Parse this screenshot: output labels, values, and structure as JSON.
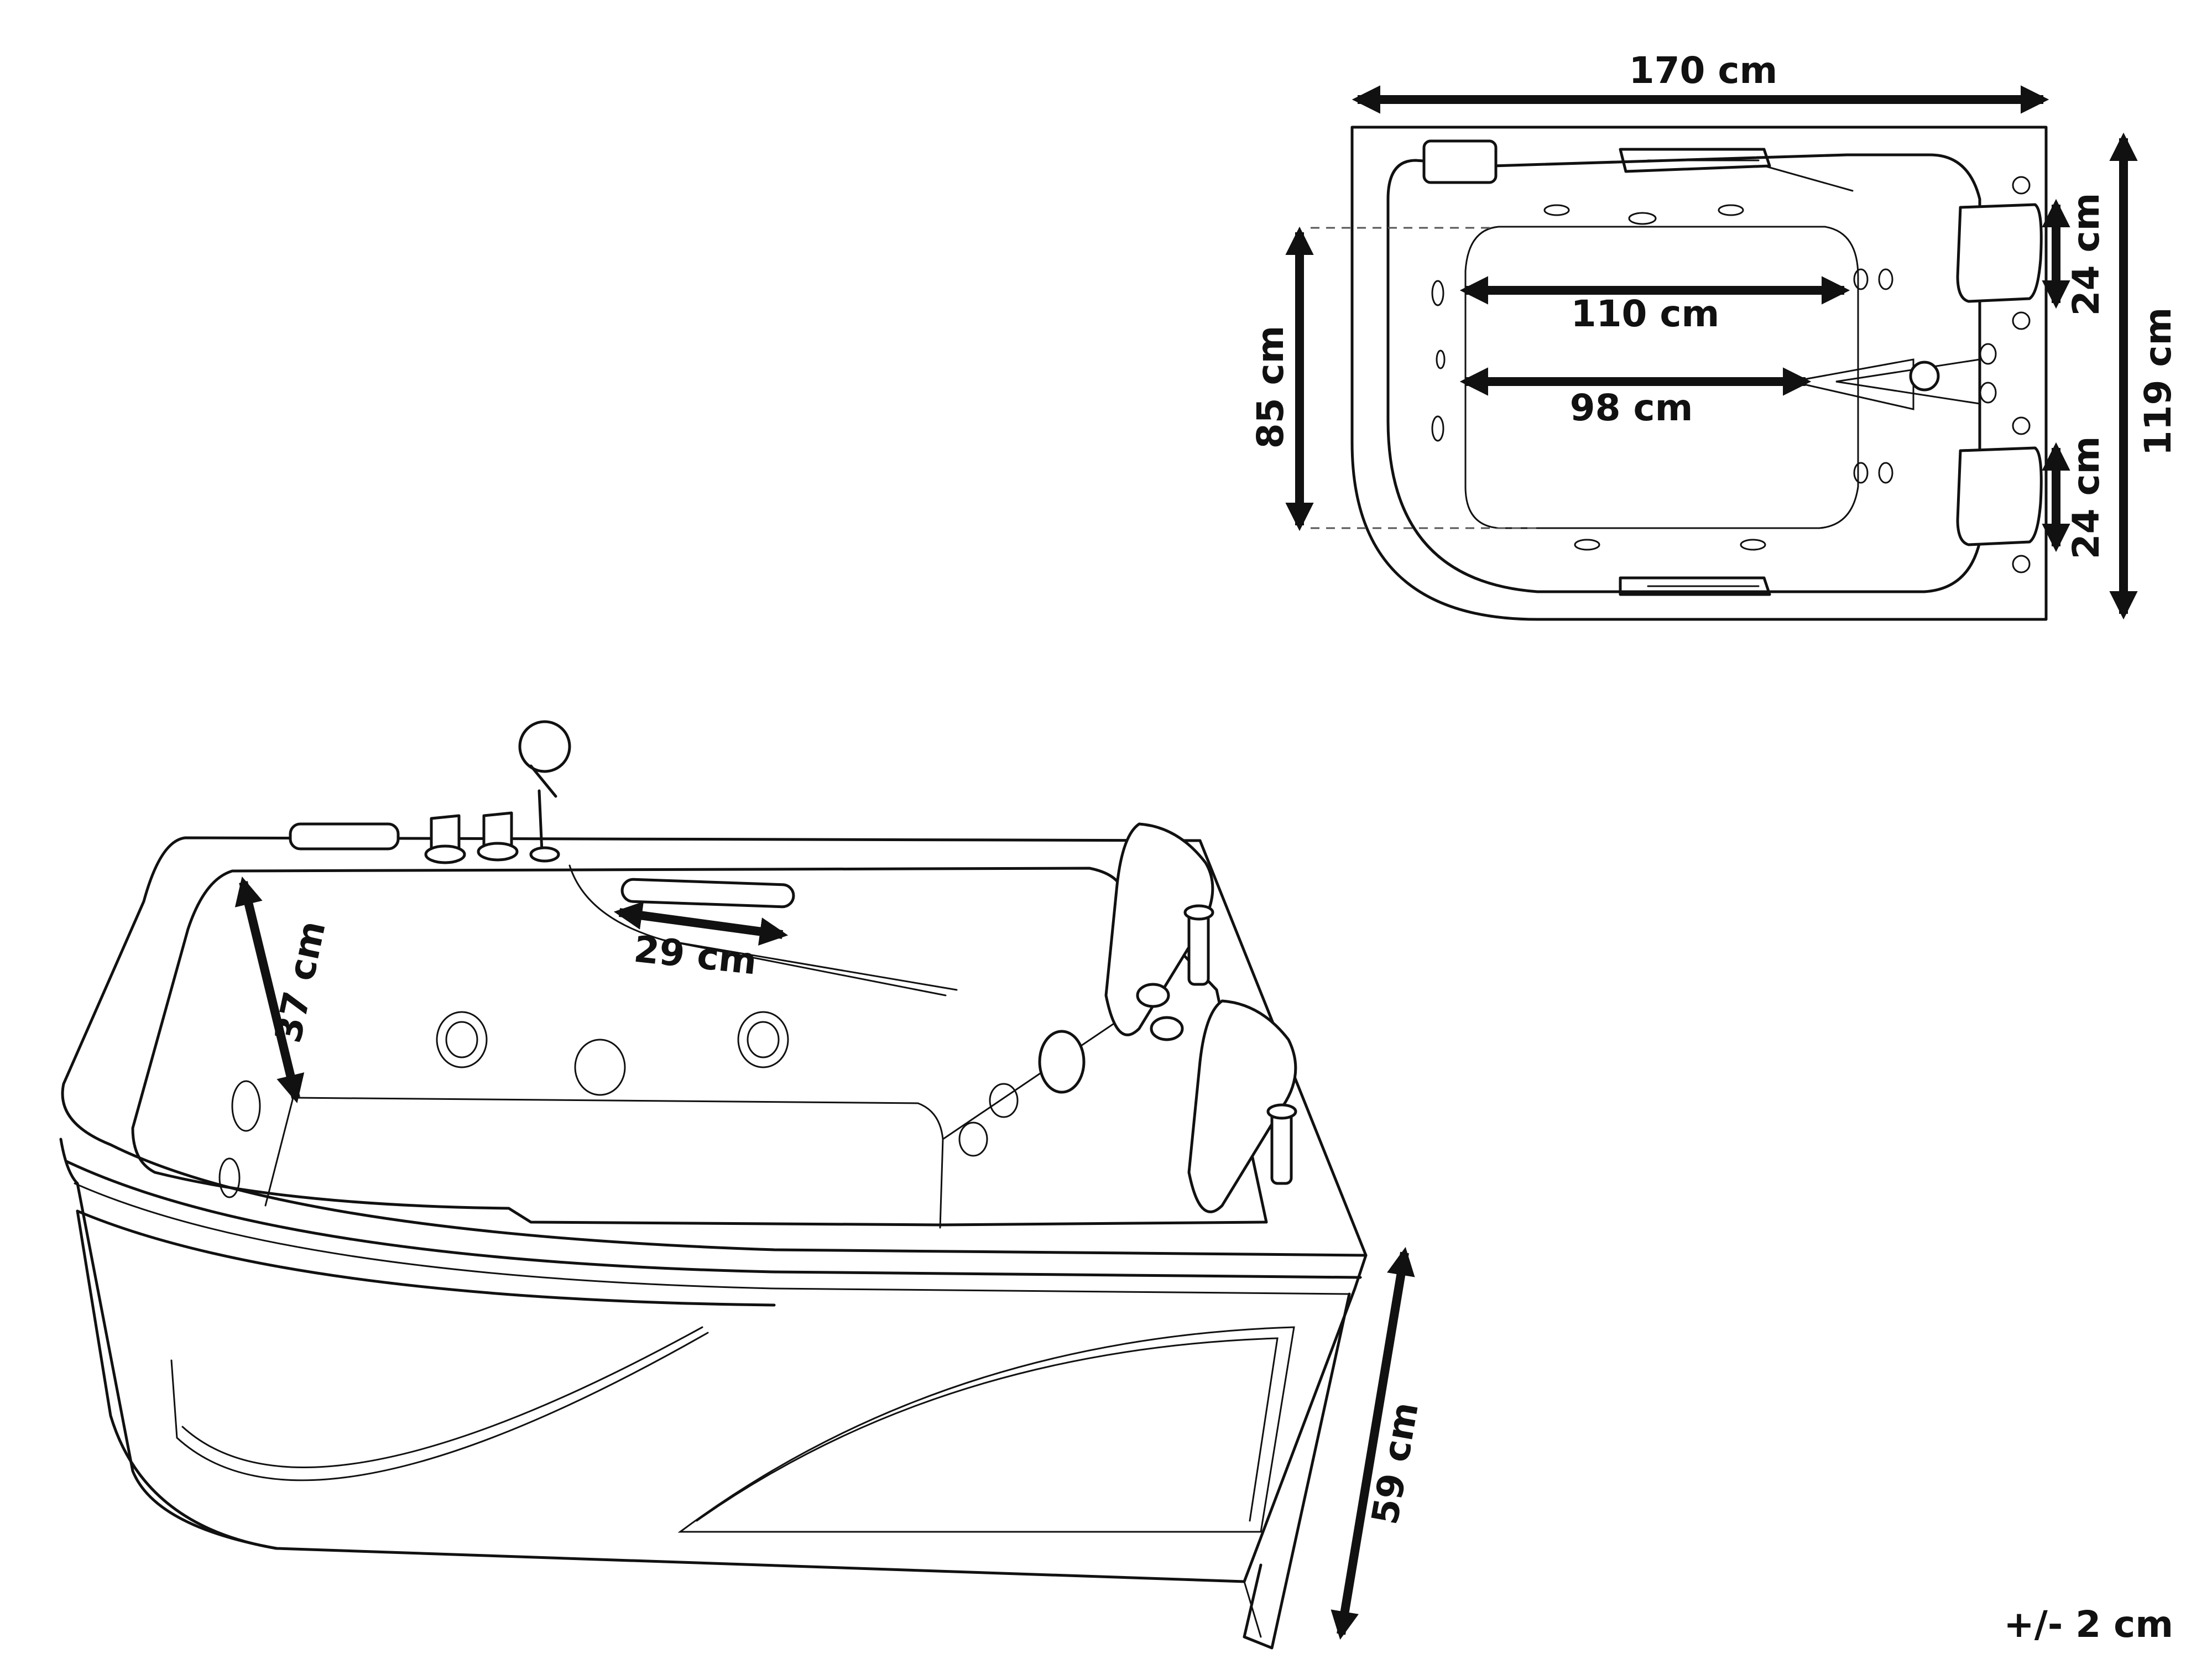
{
  "top_view": {
    "width_label": "170 cm",
    "depth_label": "119 cm",
    "inner_depth_label": "85 cm",
    "inner_length_label": "110 cm",
    "seat_length_label": "98 cm",
    "headrest_upper_label": "24 cm",
    "headrest_lower_label": "24 cm"
  },
  "side_view": {
    "inner_depth_label": "37 cm",
    "handle_label": "29 cm",
    "height_label": "59 cm"
  },
  "tolerance_label": "+/- 2 cm"
}
